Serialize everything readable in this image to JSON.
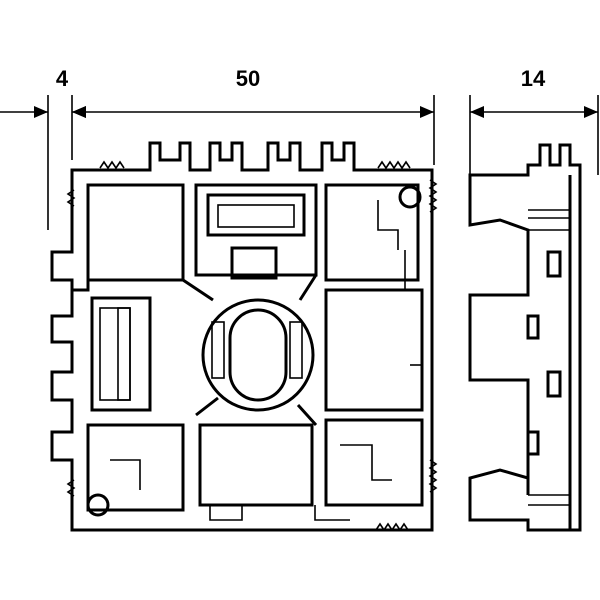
{
  "dimensions": {
    "left_offset": "4",
    "width": "50",
    "depth": "14"
  },
  "colors": {
    "line": "#000000",
    "background": "#ffffff"
  }
}
